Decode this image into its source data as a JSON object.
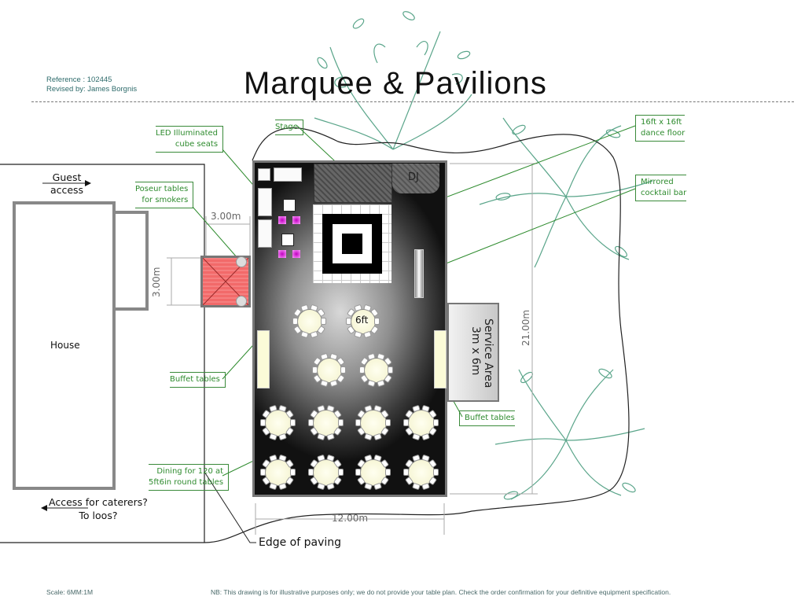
{
  "header": {
    "title": "Marquee & Pavilions",
    "reference": "Reference : 102445",
    "revised_by": "Revised by: James Borgnis"
  },
  "labels": {
    "guest_access": [
      "Guest",
      "access"
    ],
    "house": "House",
    "access_caterers": [
      "Access for caterers?",
      "To loos?"
    ],
    "edge_of_paving": "Edge of paving",
    "dj": "DJ",
    "six_ft": "6ft",
    "service_area": [
      "Service Area",
      "3m x 6m"
    ]
  },
  "callouts": {
    "led_cubes": [
      "LED Illuminated",
      "cube seats"
    ],
    "poseur_tables": [
      "Poseur tables",
      "for smokers"
    ],
    "stage": "Stage",
    "dance_floor": [
      "16ft x 16ft",
      "dance floor"
    ],
    "cocktail_bar": [
      "Mirrored",
      "cocktail bar"
    ],
    "buffet_left": "Buffet tables",
    "buffet_right": "Buffet tables",
    "dining": [
      "Dining for 120 at",
      "5ft6in round tables"
    ]
  },
  "dimensions": {
    "smoking_width": "3.00m",
    "smoking_height": "3.00m",
    "marquee_width": "12.00m",
    "marquee_length": "21.00m"
  },
  "footer": {
    "scale": "Scale: 6MM:1M",
    "note": "NB: This drawing is for illustrative purposes only; we do not provide your table plan. Check the order confirmation for your definitive equipment specification."
  },
  "colors": {
    "callout_green": "#2e8b2e",
    "tree_green": "#5aa58a",
    "smoking_area_red": "#f26a6a",
    "led_pink": "#e040e0",
    "table_cream": "#f6f5d0",
    "service_area_grey": "#c8c8c8"
  }
}
